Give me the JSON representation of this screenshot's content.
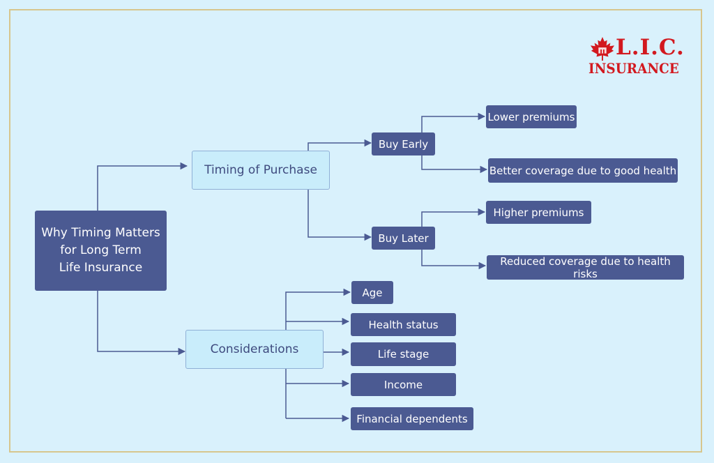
{
  "logo": {
    "line1": "L.I.C.",
    "line2": "INSURANCE",
    "icon": "maple-leaf-icon",
    "color": "#d2191f"
  },
  "colors": {
    "background": "#d9f1fc",
    "border": "#d7c68d",
    "dark_node": "#4b5a92",
    "light_node": "#c9edfb",
    "connector": "#4b5a92"
  },
  "diagram": {
    "root": {
      "lines": [
        "Why Timing Matters",
        "for Long Term",
        "Life Insurance"
      ]
    },
    "timing": {
      "label": "Timing of Purchase",
      "buy_early": {
        "label": "Buy Early",
        "outcomes": [
          "Lower premiums",
          "Better coverage due to good health"
        ]
      },
      "buy_later": {
        "label": "Buy Later",
        "outcomes": [
          "Higher premiums",
          "Reduced coverage due to health risks"
        ]
      }
    },
    "considerations": {
      "label": "Considerations",
      "items": [
        "Age",
        "Health status",
        "Life stage",
        "Income",
        "Financial dependents"
      ]
    }
  }
}
